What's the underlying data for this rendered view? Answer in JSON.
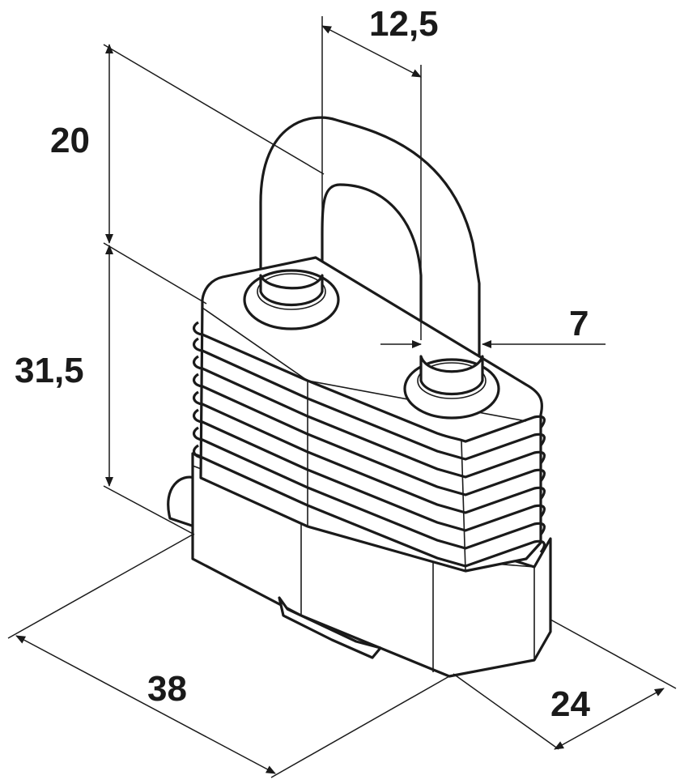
{
  "drawing": {
    "subject": "padlock",
    "units": "mm"
  },
  "dimensions": {
    "shackle_clearance": "12,5",
    "shackle_height": "20",
    "body_height": "31,5",
    "shackle_diameter": "7",
    "body_width": "38",
    "body_depth": "24"
  },
  "colors": {
    "line": "#1a1a1a",
    "fill": "#ffffff"
  }
}
